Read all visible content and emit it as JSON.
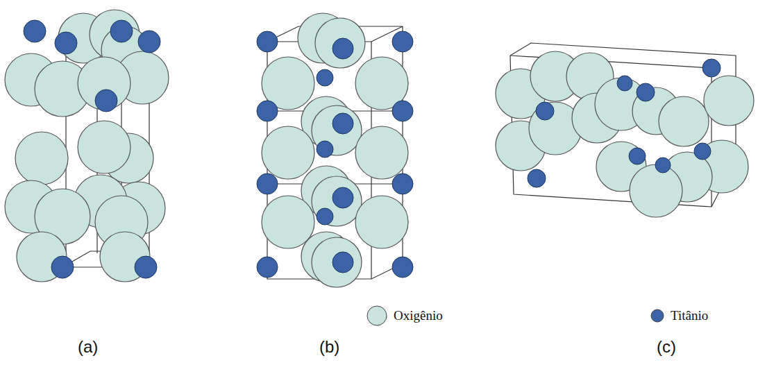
{
  "diagram": {
    "labels": [
      "(a)",
      "(b)",
      "(c)"
    ],
    "legend": [
      {
        "text": "Oxigênio",
        "color": "#c9e4de"
      },
      {
        "text": "Titânio",
        "color": "#3b63a6"
      }
    ]
  }
}
